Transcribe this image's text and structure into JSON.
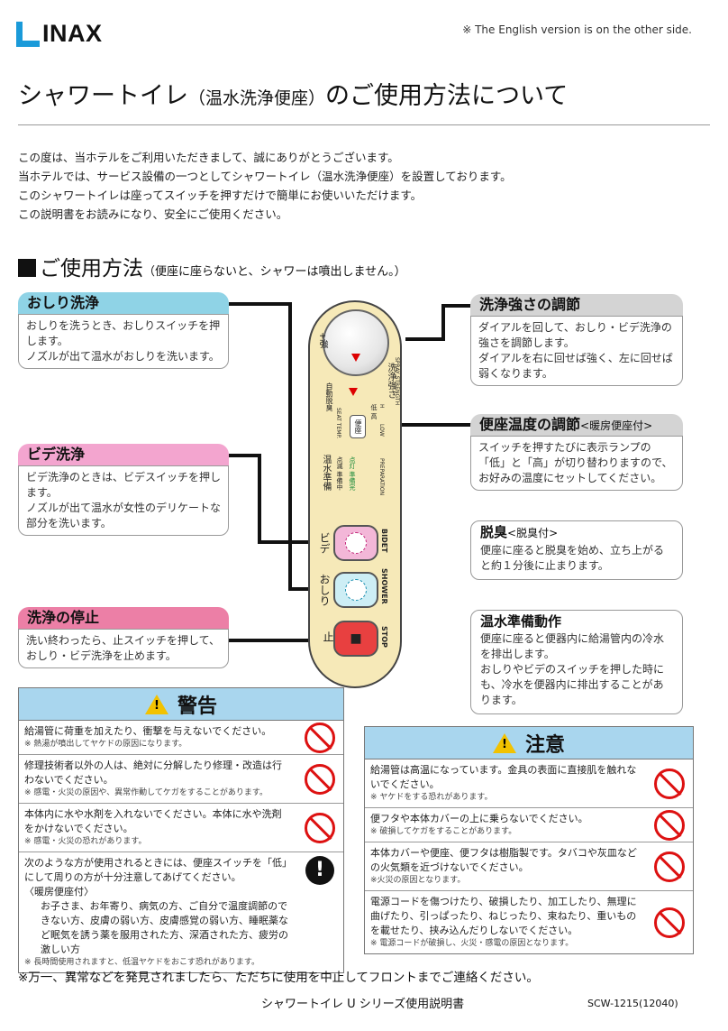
{
  "header": {
    "brand": "INAX",
    "english_note": "※ The English version is on the other side.",
    "title_main": "シャワートイレ",
    "title_paren": "（温水洗浄便座）",
    "title_tail": "のご使用方法について"
  },
  "intro": [
    "この度は、当ホテルをご利用いただきまして、誠にありがとうございます。",
    "当ホテルでは、サービス設備の一つとしてシャワートイレ（温水洗浄便座）を設置しております。",
    "このシャワートイレは座ってスイッチを押すだけで簡単にお使いいただけます。",
    "この説明書をお読みになり、安全にご使用ください。"
  ],
  "usage": {
    "title": "ご使用方法",
    "note": "（便座に座らないと、シャワーは噴出しません。）"
  },
  "left_items": [
    {
      "title": "おしり洗浄",
      "color": "#8fd3e6",
      "lines": [
        "おしりを洗うとき、おしりスイッチを押します。",
        "ノズルが出て温水がおしりを洗います。"
      ]
    },
    {
      "title": "ビデ洗浄",
      "color": "#f3a5cf",
      "lines": [
        "ビデ洗浄のときは、ビデスイッチを押します。",
        "ノズルが出て温水が女性のデリケートな部分を洗います。"
      ]
    },
    {
      "title": "洗浄の停止",
      "color": "#ec7fa6",
      "lines": [
        "洗い終わったら、止スイッチを押して、おしり・ビデ洗浄を止めます。"
      ]
    }
  ],
  "right_items": {
    "strength": {
      "title": "洗浄強さの調節",
      "lines": [
        "ダイアルを回して、おしり・ビデ洗浄の強さを調節します。",
        "ダイアルを右に回せば強く、左に回せば弱くなります。"
      ]
    },
    "seat_temp": {
      "title": "便座温度の調節",
      "sub": "<暖房便座付>",
      "lines": [
        "スイッチを押すたびに表示ランプの「低」と「高」が切り替わりますので、お好みの温度にセットしてください。"
      ]
    },
    "deodor": {
      "title": "脱臭",
      "sub": "<脱臭付>",
      "lines": [
        "便座に座ると脱臭を始め、立ち上がると約１分後に止まります。"
      ]
    },
    "prep": {
      "title": "温水準備動作",
      "lines": [
        "便座に座ると便器内に給湯管内の冷水を排出します。",
        "おしりやビデのスイッチを押した時にも、冷水を便器内に排出することがあります。"
      ]
    }
  },
  "panel": {
    "strong": "+強",
    "weak": "弱",
    "strength_jp": "洗浄強さ",
    "strength_en": "SPRAY STRENGTH",
    "auto_deodor": "自動脱臭",
    "seat_temp_en": "SEAT TEMP.",
    "seat_button": "便座",
    "low_jp": "低",
    "high_jp": "高",
    "low_en": "LOW",
    "high_en": "H",
    "prep_jp": "温水準備",
    "lamp_text": "点滅 準備中",
    "lamp_on": "点灯 準備完",
    "prep_en": "PREPARATION",
    "bidet_jp": "ビデ",
    "bidet_en": "BIDET",
    "shower_jp": "おしり",
    "shower_en": "SHOWER",
    "stop_jp": "止",
    "stop_en": "STOP",
    "stop_symbol": "■"
  },
  "warning": {
    "title": "警告",
    "rows": [
      {
        "text": "給湯管に荷重を加えたり、衝撃を与えないでください。",
        "sub": "※ 熱湯が噴出してヤケドの原因になります。",
        "icon": "prohibited-icon"
      },
      {
        "text": "修理技術者以外の人は、絶対に分解したり修理・改造は行わないでください。",
        "sub": "※ 感電・火災の原因や、異常作動してケガをすることがあります。",
        "icon": "no-disassembly-icon"
      },
      {
        "text": "本体内に水や水剤を入れないでください。本体に水や洗剤をかけないでください。",
        "sub": "※ 感電・火災の恐れがあります。",
        "icon": "prohibited-icon"
      },
      {
        "text": "次のような方が使用されるときには、便座スイッチを「低」にして周りの方が十分注意してあげてください。",
        "extra": "〈暖房便座付〉",
        "indent": "お子さま、お年寄り、病気の方、ご自分で温度調節のできない方、皮膚の弱い方、皮膚感覚の弱い方、睡眠薬など眠気を誘う薬を服用された方、深酒された方、疲労の激しい方",
        "sub": "※ 長時間使用されますと、低温ヤケドをおこす恐れがあります。",
        "icon": "mandatory-icon"
      }
    ]
  },
  "caution": {
    "title": "注意",
    "rows": [
      {
        "text": "給湯管は高温になっています。金具の表面に直接肌を触れないでください。",
        "sub": "※ ヤケドをする恐れがあります。",
        "icon": "no-touch-icon"
      },
      {
        "text": "便フタや本体カバーの上に乗らないでください。",
        "sub": "※ 破損してケガをすることがあります。",
        "icon": "prohibited-icon"
      },
      {
        "text": "本体カバーや便座、便フタは樹脂製です。タバコや灰皿などの火気類を近づけないでください。",
        "sub": "※火災の原因となります。",
        "icon": "no-fire-icon"
      },
      {
        "text": "電源コードを傷つけたり、破損したり、加工したり、無理に曲げたり、引っぱったり、ねじったり、束ねたり、重いものを載せたり、挟み込んだりしないでください。",
        "sub": "※ 電源コードが破損し、火災・感電の原因となります。",
        "icon": "prohibited-icon"
      }
    ]
  },
  "footnote": "※万一、異常などを発見されましたら、ただちに使用を中止してフロントまでご連絡ください。",
  "footer": {
    "title": "シャワートイレ U シリーズ使用説明書",
    "code": "SCW-1215(12040)"
  }
}
